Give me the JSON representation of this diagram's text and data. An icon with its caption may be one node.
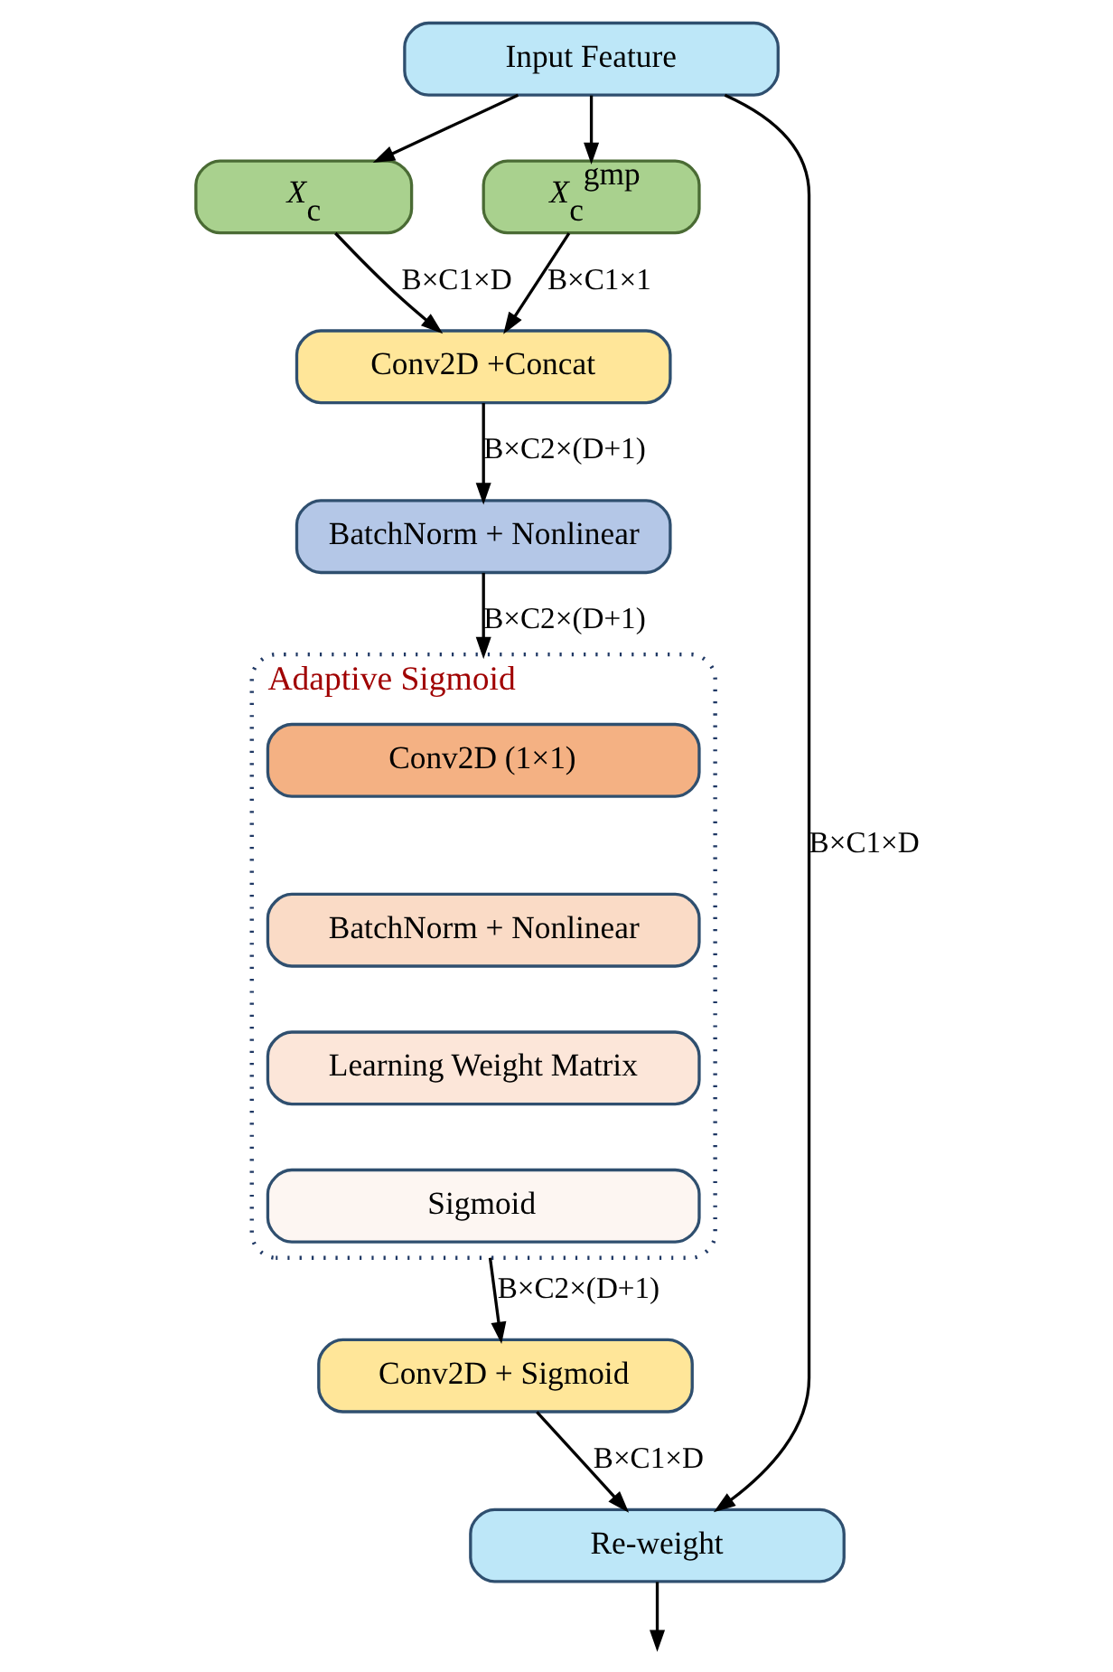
{
  "diagram": {
    "nodes": [
      {
        "text": [
          "Input Feature"
        ]
      },
      {
        "text": [
          "*X*$_{c}$"
        ]
      },
      {
        "text": [
          "*X*$_{c}$$^{gmp}$"
        ]
      },
      {
        "text": [
          "Conv2D +Concat"
        ]
      },
      {
        "text": [
          "BatchNorm + Nonlinear"
        ]
      },
      {
        "text": [
          "Adaptive Sigmoid"
        ]
      },
      {
        "text": [
          "Conv2D (1×1)"
        ],
        "in": 5
      },
      {
        "text": [
          "BatchNorm + Nonlinear"
        ],
        "in": 5
      },
      {
        "text": [
          "Learning Weight Matrix"
        ],
        "in": 5
      },
      {
        "text": [
          "Sigmoid"
        ],
        "in": 5
      },
      {
        "text": [
          "Conv2D + Sigmoid"
        ]
      },
      {
        "text": [
          "Re-weight"
        ]
      }
    ],
    "edges": [
      {
        "from": 0,
        "to": 1,
        "arrow": "to"
      },
      {
        "from": 0,
        "to": 2,
        "arrow": "to"
      },
      {
        "from": 1,
        "to": 3,
        "arrow": "to",
        "label": "B×C1×D"
      },
      {
        "from": 2,
        "to": 3,
        "arrow": "to",
        "label": "B×C1×1"
      },
      {
        "from": 3,
        "to": 4,
        "arrow": "to",
        "label": "B×C2×(D+1)"
      },
      {
        "from": 4,
        "to": 5,
        "arrow": "to",
        "label": "B×C2×(D+1)"
      },
      {
        "from": 5,
        "to": 10,
        "arrow": "to",
        "label": "B×C2×(D+1)"
      },
      {
        "from": 10,
        "to": 11,
        "arrow": "to",
        "label": "B×C1×D"
      },
      {
        "from": 0,
        "to": 11,
        "arrow": "to",
        "label": "B×C1×D"
      },
      {
        "from": 11,
        "to": null,
        "arrow": "to"
      }
    ]
  }
}
